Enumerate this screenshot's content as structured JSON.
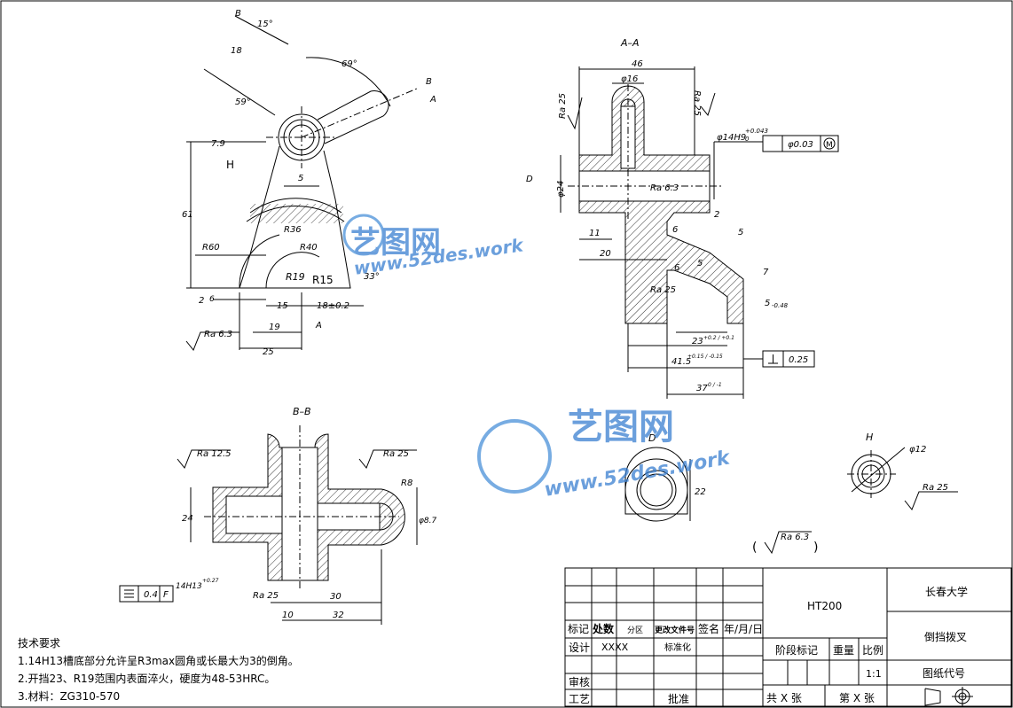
{
  "views": {
    "aa_title": "A–A",
    "bb_title": "B–B",
    "d_label": "D",
    "h_label": "H"
  },
  "left_view": {
    "angle_15": "15°",
    "angle_69": "69°",
    "angle_59": "59°",
    "angle_33": "33°",
    "dim_18": "18",
    "dim_79": "7.9",
    "dim_61": "61",
    "dim_5": "5",
    "dim_2": "2",
    "dim_6": "6",
    "dim_15": "15",
    "dim_18b": "18±0.2",
    "dim_19": "19",
    "dim_25": "25",
    "r60": "R60",
    "r19": "R19",
    "r15": "R15",
    "r36": "R36",
    "r40": "R40",
    "ra63": "Ra 6.3",
    "label_b_top": "B",
    "label_b_right": "B",
    "label_a": "A",
    "label_a_bottom": "A",
    "label_h": "H"
  },
  "aa_view": {
    "dim_46": "46",
    "dim_phi16": "φ16",
    "ra25_left": "Ra 25",
    "ra25_right": "Ra 25",
    "phi14": "φ14H9",
    "phi14_tol": "+0.043",
    "phi14_tol0": "0",
    "tol_phi": "φ0.03",
    "tol_m": "M",
    "dim_phi24": "φ24",
    "ra63": "Ra 6.3",
    "dim_2": "2",
    "dim_11": "11",
    "dim_20": "20",
    "dim_6": "6",
    "dim_5a": "5",
    "dim_5b": "5",
    "dim_7": "7",
    "dim_6b": "6",
    "dim_5tol": "5",
    "dim_5tol_v": "-0.48",
    "ra25_mid": "Ra 25",
    "dim_23": "23",
    "dim_23_tol": "+0.2 / +0.1",
    "dim_415": "41.5",
    "dim_415_tol": "+0.15 / -0.15",
    "perp_tol": "0.25",
    "dim_37": "37",
    "dim_37_tol": "0 / -1"
  },
  "bb_view": {
    "ra125": "Ra 12.5",
    "ra25_top": "Ra 25",
    "r8": "R8",
    "dim_24": "24",
    "phi8": "φ8.7",
    "tol_box_1": "0.4",
    "tol_box_2": "F",
    "dim_14h13": "14H13",
    "dim_14h13_tol": "+0.27",
    "ra25_bottom": "Ra 25",
    "dim_30": "30",
    "dim_10": "10",
    "dim_32": "32"
  },
  "d_view": {
    "dim_22": "22"
  },
  "h_view": {
    "phi12": "φ12",
    "ra25": "Ra 25"
  },
  "general_ra": "Ra 6.3",
  "notes": {
    "title": "技术要求",
    "line1": "1.14H13槽底部分允许呈R3max圆角或长最大为3的倒角。",
    "line2": "2.开挡23、R19范围内表面淬火，硬度为48-53HRC。",
    "line3": "3.材料：ZG310-570"
  },
  "title_block": {
    "material": "HT200",
    "school": "长春大学",
    "part_name": "倒挡拨叉",
    "drawing_code": "图纸代号",
    "mark": "标记",
    "count": "处数",
    "zone": "分区",
    "change_doc": "更改文件号",
    "sign": "签名",
    "date": "年/月/日",
    "design": "设计",
    "design_name": "XXXX",
    "standard": "标准化",
    "stage": "阶段标记",
    "weight": "重量",
    "scale": "比例",
    "scale_val": "1:1",
    "review": "审核",
    "process": "工艺",
    "approve": "批准",
    "total": "共 X 张",
    "sheet": "第 X 张"
  },
  "watermark": {
    "brand": "艺图网",
    "url": "www.52des.work"
  }
}
